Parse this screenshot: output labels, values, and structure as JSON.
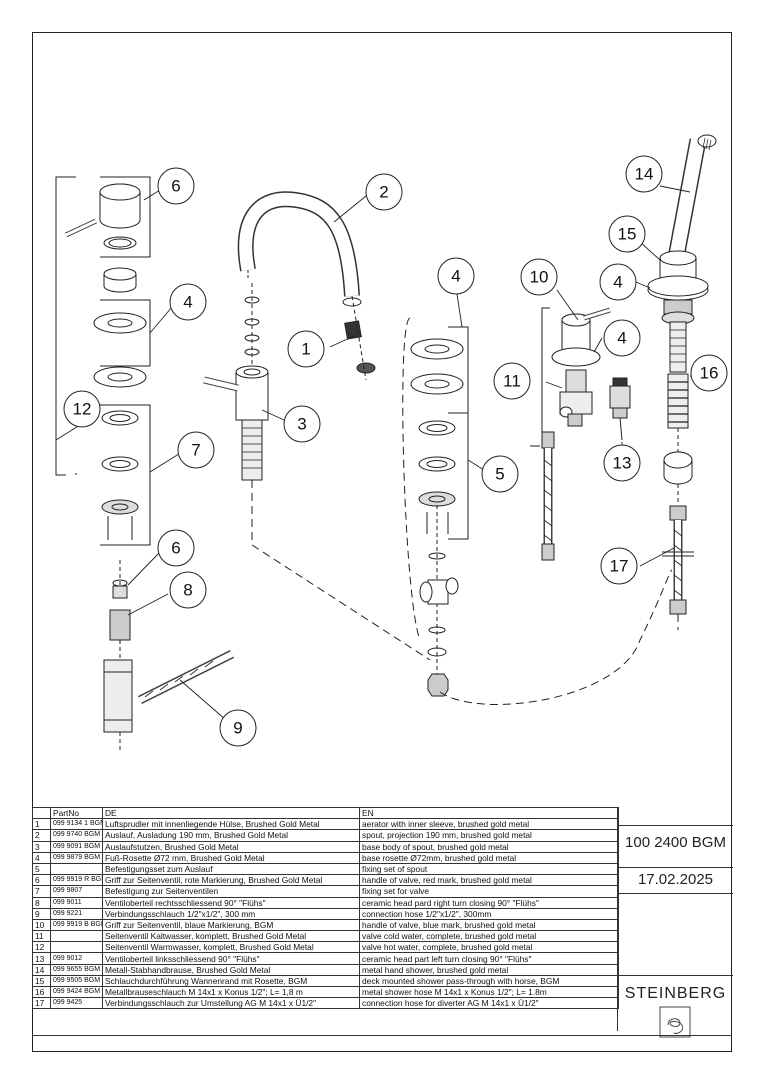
{
  "callouts": [
    "1",
    "2",
    "3",
    "4",
    "5",
    "6",
    "7",
    "8",
    "9",
    "10",
    "11",
    "12",
    "13",
    "14",
    "15",
    "16",
    "17"
  ],
  "callouts_repeat": {
    "six": "6",
    "four": "4"
  },
  "table": {
    "headers": [
      "",
      "PartNo",
      "DE",
      "EN"
    ],
    "rows": [
      [
        "1",
        "099 9134 1 BGM",
        "Luftsprudler mit innenliegende Hülse, Brushed Gold Metal",
        "aerator with inner sleeve, brushed gold metal"
      ],
      [
        "2",
        "099 9740 BGM",
        "Auslauf, Ausladung 190 mm, Brushed Gold Metal",
        "spout, projection 190 mm, brushed gold metal"
      ],
      [
        "3",
        "099 9091 BGM",
        "Auslaufstutzen, Brushed Gold Metal",
        "base body of spout, brushed gold metal"
      ],
      [
        "4",
        "099 9879 BGM",
        "Fuß-Rosette Ø72 mm, Brushed Gold Metal",
        "base rosette Ø72mm, brushed gold metal"
      ],
      [
        "5",
        "",
        "Befestigungsset zum Auslauf",
        "fixing set of spout"
      ],
      [
        "6",
        "099 9919 R BGM",
        "Griff zur Seitenventil, rote Markierung, Brushed Gold Metal",
        "handle of valve, red mark, brushed gold metal"
      ],
      [
        "7",
        "099 9807",
        "Befestigung zur  Seitenventilen",
        "fixing set  for valve"
      ],
      [
        "8",
        "099 9011",
        "Ventiloberteil rechtsschliessend 90° \"Flühs\"",
        "ceramic head pard right turn closing 90° \"Flühs\""
      ],
      [
        "9",
        "099 9221",
        "Verbindungsschlauch 1/2\"x1/2\", 300 mm",
        "connection hose 1/2\"x1/2\", 300mm"
      ],
      [
        "10",
        "099 9919 B BGM",
        "Griff zur Seitenventil, blaue Markierung, BGM",
        "handle of valve, blue mark, brushed gold metal"
      ],
      [
        "11",
        "",
        "Seitenventil Kaltwasser, komplett, Brushed Gold Metal",
        "valve cold water, complete, brushed gold metal"
      ],
      [
        "12",
        "",
        "Seitenventil Warmwasser, komplett, Brushed Gold Metal",
        "valve hot water, complete, brushed gold metal"
      ],
      [
        "13",
        "099 9012",
        "Ventiloberteil linksschliessend 90° \"Flühs\"",
        "ceramic head part left turn closing 90° \"Flühs\""
      ],
      [
        "14",
        "099 9655 BGM",
        "Metall-Stabhandbrause, Brushed Gold Metal",
        "metal hand shower, brushed gold metal"
      ],
      [
        "15",
        "099 9505 BGM",
        "Schlauchdurchführung Wannenrand mit Rosette, BGM",
        "deck mounted shower pass-through with horse, BGM"
      ],
      [
        "16",
        "099 9424 BGM",
        "Metallbrauseschlauch M 14x1 x Konus 1/2\"; L= 1,8 m",
        "metal shower hose M 14x1 x Konus 1/2\"; L= 1.8m"
      ],
      [
        "17",
        "099 9425",
        "Verbindungsschlauch zur Umstellung AG M 14x1 x Ü1/2\"",
        "connection hose for diverter AG M 14x1 x Ü1/2\""
      ]
    ]
  },
  "titleblock": {
    "article": "100 2400 BGM",
    "date": "17.02.2025",
    "brand": "STEINBERG"
  }
}
